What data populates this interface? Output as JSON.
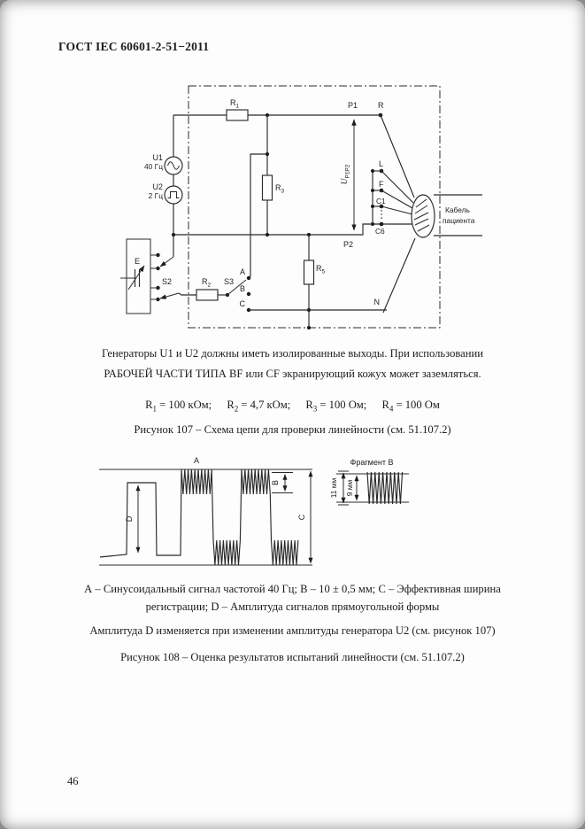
{
  "page": {
    "header": "ГОСТ IEC 60601-2-51−2011",
    "page_number": "46"
  },
  "fig107": {
    "labels": {
      "u1": "U1",
      "u1_freq": "40 Гц",
      "u2": "U2",
      "u2_freq": "2 Гц",
      "r1_base": "R",
      "r1_sub": "1",
      "r2_base": "R",
      "r2_sub": "2",
      "r3_base": "R",
      "r3_sub": "3",
      "r5_base": "R",
      "r5_sub": "5",
      "s2": "S2",
      "s3": "S3",
      "e": "E",
      "a": "A",
      "b": "B",
      "c": "C",
      "n": "N",
      "p1": "P1",
      "p2": "P2",
      "r": "R",
      "l": "L",
      "f": "F",
      "c1": "C1",
      "c6": "C6",
      "u_base": "U",
      "u_sub": "P1P2",
      "cable_line1": "Кабель",
      "cable_line2": "пациента"
    },
    "note_line1": "Генераторы U1 и U2 должны иметь изолированные выходы. При использовании",
    "note_line2": "РАБОЧЕЙ ЧАСТИ  ТИПА BF или CF экранирующий кожух может заземляться.",
    "values": [
      {
        "sym": "R",
        "sub": "1",
        "eq": " = 100 кОм;"
      },
      {
        "sym": "R",
        "sub": "2",
        "eq": " = 4,7 кОм;"
      },
      {
        "sym": "R",
        "sub": "3",
        "eq": " = 100 Ом;"
      },
      {
        "sym": "R",
        "sub": "4",
        "eq": " = 100 Ом"
      }
    ],
    "caption": "Рисунок 107 – Схема цепи для проверки линейности  (см. 51.107.2)"
  },
  "fig108": {
    "labels": {
      "a": "A",
      "b": "B",
      "c": "C",
      "d": "D",
      "fragment": "Фрагмент В",
      "dim11": "11 мм",
      "dim9": "9 мм"
    },
    "legend_line1": "А – Синусоидальный сигнал частотой 40 Гц; В – 10 ± 0,5 мм;  С – Эффективная ширина",
    "legend_line2": "регистрации;  D – Амплитуда сигналов прямоугольной формы",
    "note": "Амплитуда D изменяется при изменении амплитуды генератора U2 (см. рисунок 107)",
    "caption": "Рисунок 108 – Оценка результатов испытаний линейности   (см.  51.107.2)"
  }
}
